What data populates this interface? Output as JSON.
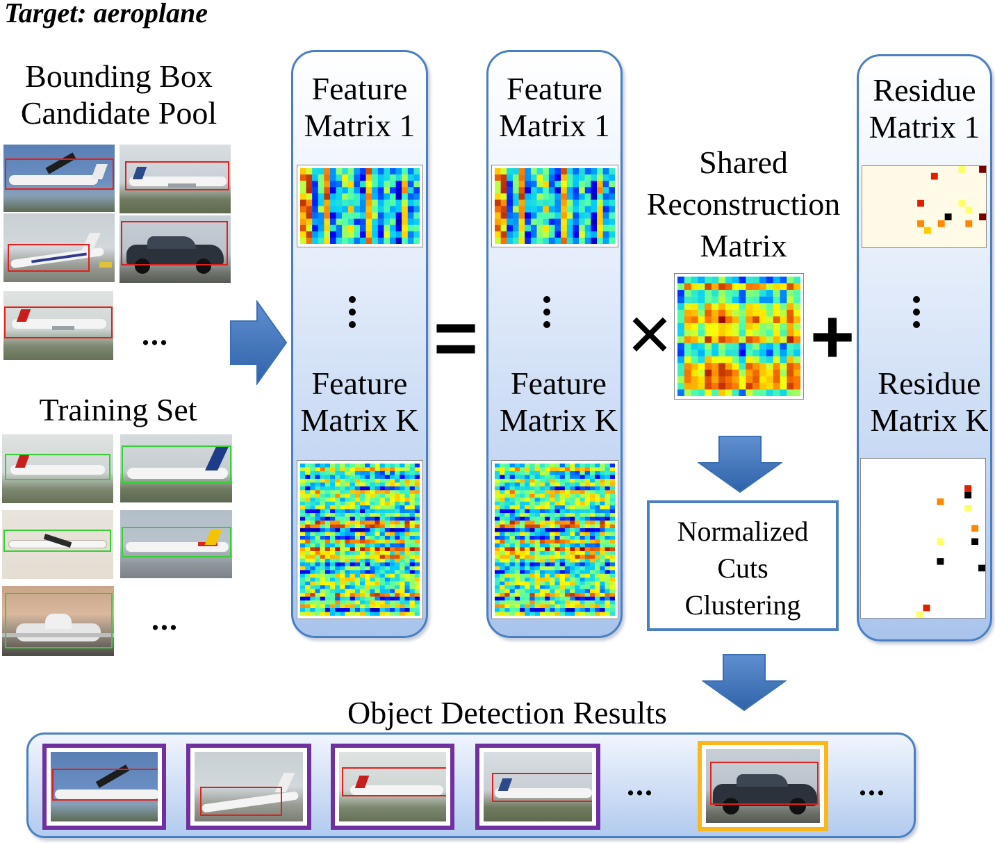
{
  "title": "Target: aeroplane",
  "candidate_pool": {
    "label_line1": "Bounding Box",
    "label_line2": "Candidate Pool",
    "ellipsis": "..."
  },
  "training_set": {
    "label": "Training Set",
    "ellipsis": "..."
  },
  "panel1": {
    "top_line1": "Feature",
    "top_line2": "Matrix 1",
    "bottom_line1": "Feature",
    "bottom_line2": "Matrix K"
  },
  "panel2": {
    "top_line1": "Feature",
    "top_line2": "Matrix 1",
    "bottom_line1": "Feature",
    "bottom_line2": "Matrix K"
  },
  "shared": {
    "line1": "Shared",
    "line2": "Reconstruction",
    "line3": "Matrix"
  },
  "residue": {
    "top_line1": "Residue",
    "top_line2": "Matrix 1",
    "bottom_line1": "Residue",
    "bottom_line2": "Matrix K"
  },
  "operators": {
    "equals": "=",
    "times": "×",
    "plus": "+"
  },
  "ncut": {
    "line1": "Normalized",
    "line2": "Cuts",
    "line3": "Clustering"
  },
  "results": {
    "label": "Object Detection Results",
    "ellipsis1": "...",
    "ellipsis2": "..."
  },
  "colors": {
    "panel_border": "#4a7fc1",
    "arrow": "#3a6fb5",
    "result_frame": "#7030a0",
    "wrong_frame": "#f9b71b",
    "bbox_candidate": "#e0201c",
    "bbox_gt": "#36d036"
  }
}
